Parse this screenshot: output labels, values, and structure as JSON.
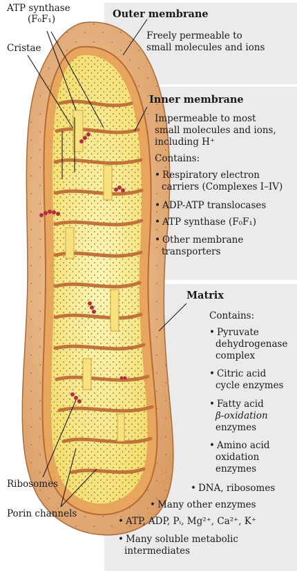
{
  "labels": {
    "atp_synthase": [
      "ATP synthase",
      "(F₀F₁)"
    ],
    "cristae": "Cristae",
    "ribosomes": "Ribosomes",
    "porin_channels": "Porin channels"
  },
  "outer_membrane": {
    "title": "Outer membrane",
    "desc": [
      "Freely permeable to",
      "small molecules and ions"
    ]
  },
  "inner_membrane": {
    "title": "Inner membrane",
    "desc": [
      "Impermeable to most",
      "small molecules and ions,",
      "including H⁺"
    ],
    "contains_label": "Contains:",
    "items": [
      [
        "Respiratory electron",
        "carriers (Complexes I–IV)"
      ],
      [
        "ADP-ATP translocases"
      ],
      [
        "ATP synthase (F₀F₁)"
      ],
      [
        "Other membrane",
        "transporters"
      ]
    ]
  },
  "matrix": {
    "title": "Matrix",
    "contains_label": "Contains:",
    "items": [
      [
        "Pyruvate",
        "dehydrogenase",
        "complex"
      ],
      [
        "Citric acid",
        "cycle enzymes"
      ],
      [
        "Fatty acid",
        "β-oxidation",
        "enzymes"
      ],
      [
        "Amino acid",
        "oxidation",
        "enzymes"
      ]
    ],
    "wide_items": [
      "DNA, ribosomes",
      "Many other enzymes",
      "ATP, ADP, Pᵢ, Mg²⁺, Ca²⁺, K⁺",
      "Many soluble metabolic",
      "intermediates"
    ]
  }
}
